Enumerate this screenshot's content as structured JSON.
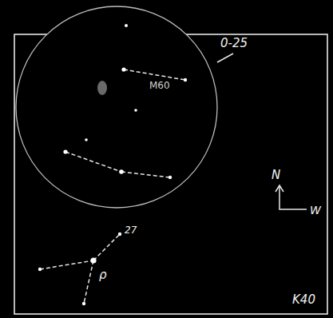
{
  "diagram": {
    "labels": [
      "0-25",
      "M60",
      "27",
      "ρ",
      "N",
      "W",
      "K40"
    ]
  }
}
